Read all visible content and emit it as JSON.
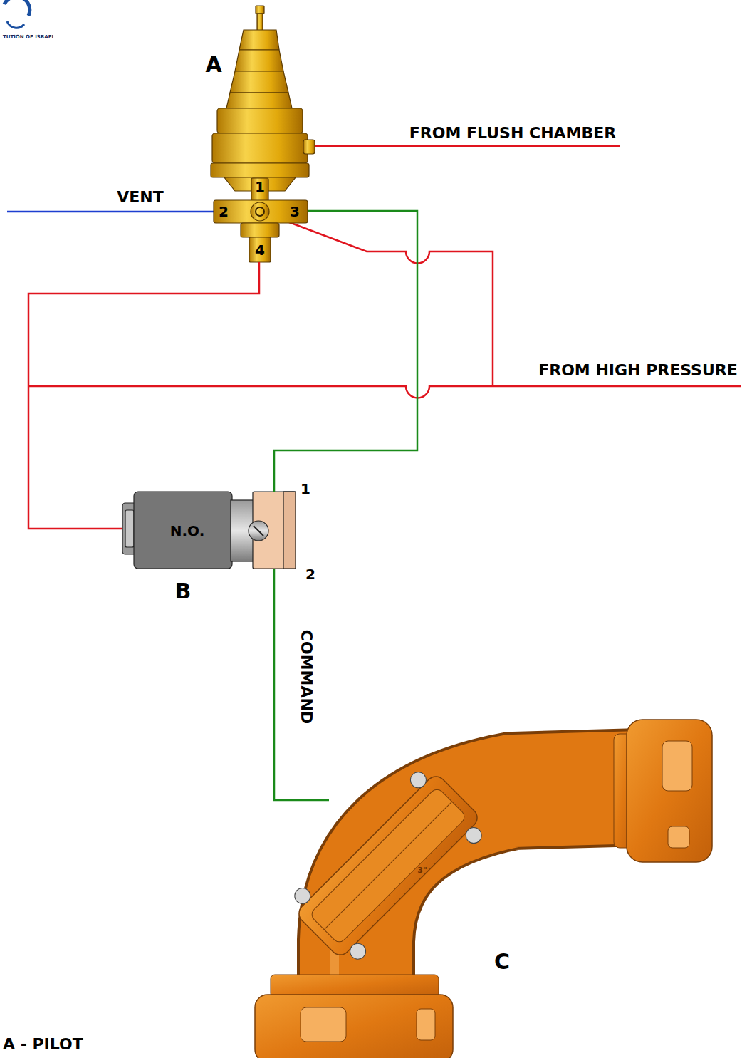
{
  "diagram": {
    "nodes": [
      {
        "text": [
          "A"
        ]
      },
      {
        "text": [
          "N.O.",
          "B"
        ]
      },
      {
        "text": [
          "C"
        ]
      }
    ],
    "edges": [
      {
        "from": 0,
        "to": 1,
        "arrow": "none"
      },
      {
        "from": 0,
        "to": 1,
        "arrow": "none"
      },
      {
        "from": 1,
        "to": 2,
        "label": "COMMAND",
        "arrow": "none"
      }
    ],
    "labels": [
      "TUTION OF ISRAEL",
      "FROM FLUSH CHAMBER",
      "VENT",
      "1",
      "2",
      "3",
      "4",
      "FROM HIGH PRESSURE",
      "1",
      "2",
      "3\"",
      "A - PILOT"
    ]
  }
}
